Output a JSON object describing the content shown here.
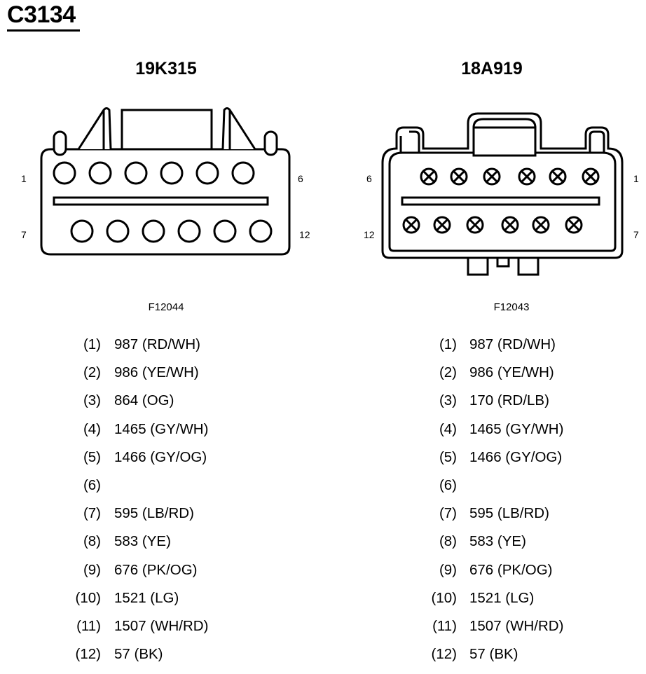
{
  "title": "C3134",
  "connectors": [
    {
      "id": "19K315",
      "figure": "F12044",
      "pin_labels": {
        "top_left": "1",
        "top_right": "6",
        "bottom_left": "7",
        "bottom_right": "12"
      },
      "pins": [
        {
          "num": "(1)",
          "wire": "987 (RD/WH)"
        },
        {
          "num": "(2)",
          "wire": "986 (YE/WH)"
        },
        {
          "num": "(3)",
          "wire": "864 (OG)"
        },
        {
          "num": "(4)",
          "wire": "1465 (GY/WH)"
        },
        {
          "num": "(5)",
          "wire": "1466 (GY/OG)"
        },
        {
          "num": "(6)",
          "wire": ""
        },
        {
          "num": "(7)",
          "wire": "595 (LB/RD)"
        },
        {
          "num": "(8)",
          "wire": "583 (YE)"
        },
        {
          "num": "(9)",
          "wire": "676 (PK/OG)"
        },
        {
          "num": "(10)",
          "wire": "1521 (LG)"
        },
        {
          "num": "(11)",
          "wire": "1507 (WH/RD)"
        },
        {
          "num": "(12)",
          "wire": "57 (BK)"
        }
      ]
    },
    {
      "id": "18A919",
      "figure": "F12043",
      "pin_labels": {
        "top_left": "6",
        "top_right": "1",
        "bottom_left": "12",
        "bottom_right": "7"
      },
      "pins": [
        {
          "num": "(1)",
          "wire": "987 (RD/WH)"
        },
        {
          "num": "(2)",
          "wire": "986 (YE/WH)"
        },
        {
          "num": "(3)",
          "wire": "170 (RD/LB)"
        },
        {
          "num": "(4)",
          "wire": "1465 (GY/WH)"
        },
        {
          "num": "(5)",
          "wire": "1466 (GY/OG)"
        },
        {
          "num": "(6)",
          "wire": ""
        },
        {
          "num": "(7)",
          "wire": "595 (LB/RD)"
        },
        {
          "num": "(8)",
          "wire": "583 (YE)"
        },
        {
          "num": "(9)",
          "wire": "676 (PK/OG)"
        },
        {
          "num": "(10)",
          "wire": "1521 (LG)"
        },
        {
          "num": "(11)",
          "wire": "1507 (WH/RD)"
        },
        {
          "num": "(12)",
          "wire": "57 (BK)"
        }
      ]
    }
  ]
}
